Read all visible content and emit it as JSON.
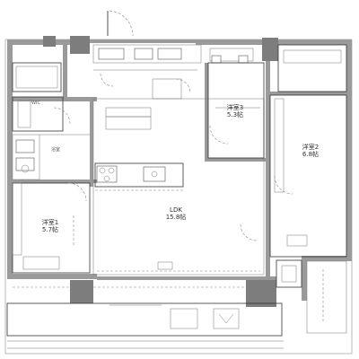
{
  "plan": {
    "rooms": [
      {
        "key": "ldk",
        "name": "LDK",
        "size": "15.8帖"
      },
      {
        "key": "west",
        "name": "洋室1",
        "size": "5.7帖"
      },
      {
        "key": "east",
        "name": "洋室2",
        "size": "6.8帖"
      },
      {
        "key": "north",
        "name": "洋室3",
        "size": "5.3帖"
      },
      {
        "key": "wic",
        "name": "WIC",
        "size": ""
      },
      {
        "key": "bath",
        "name": "浴室",
        "size": ""
      }
    ]
  }
}
